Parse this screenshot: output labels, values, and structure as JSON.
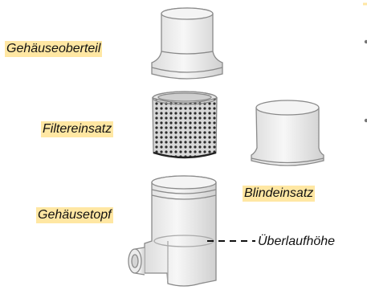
{
  "labels": {
    "upper_housing": "Gehäuseoberteil",
    "filter_insert": "Filtereinsatz",
    "housing_pot": "Gehäusetopf",
    "blind_insert": "Blindeinsatz",
    "overflow_height": "Überlaufhöhe"
  },
  "colors": {
    "label_highlight": "#ffe7a3",
    "outline": "#8a8a8a",
    "fill": "#f2f2f2"
  }
}
